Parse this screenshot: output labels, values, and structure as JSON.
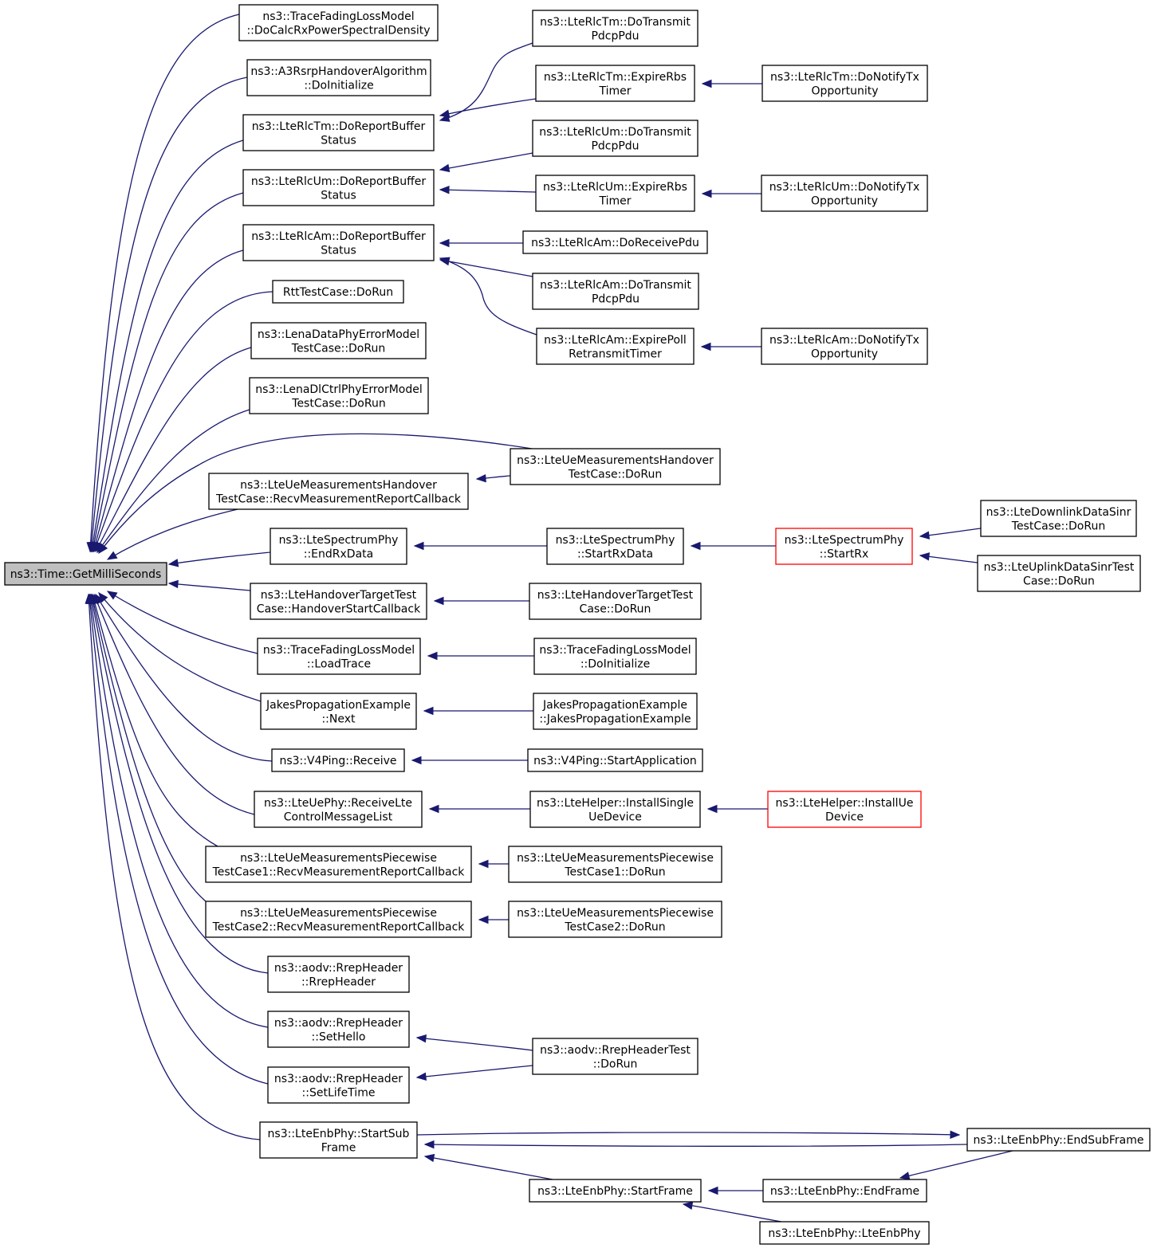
{
  "colors": {
    "edge": "#191970",
    "root_fill": "#bfbfbf",
    "highlight_border": "#ff0000",
    "border": "#000000"
  },
  "graph": {
    "nodes": {
      "getmilli": {
        "lines": [
          "ns3::Time::GetMilliSeconds"
        ],
        "style": "root"
      },
      "tfl_calc": {
        "lines": [
          "ns3::TraceFadingLossModel",
          "::DoCalcRxPowerSpectralDensity"
        ]
      },
      "a3_init": {
        "lines": [
          "ns3::A3RsrpHandoverAlgorithm",
          "::DoInitialize"
        ]
      },
      "tm_rbs": {
        "lines": [
          "ns3::LteRlcTm::DoReportBuffer",
          "Status"
        ]
      },
      "um_rbs": {
        "lines": [
          "ns3::LteRlcUm::DoReportBuffer",
          "Status"
        ]
      },
      "am_rbs": {
        "lines": [
          "ns3::LteRlcAm::DoReportBuffer",
          "Status"
        ]
      },
      "rtt": {
        "lines": [
          "RttTestCase::DoRun"
        ]
      },
      "lena_data": {
        "lines": [
          "ns3::LenaDataPhyErrorModel",
          "TestCase::DoRun"
        ]
      },
      "lena_dl": {
        "lines": [
          "ns3::LenaDlCtrlPhyErrorModel",
          "TestCase::DoRun"
        ]
      },
      "ho_recv": {
        "lines": [
          "ns3::LteUeMeasurementsHandover",
          "TestCase::RecvMeasurementReportCallback"
        ]
      },
      "sp_endrx": {
        "lines": [
          "ns3::LteSpectrumPhy",
          "::EndRxData"
        ]
      },
      "ht_cb": {
        "lines": [
          "ns3::LteHandoverTargetTest",
          "Case::HandoverStartCallback"
        ]
      },
      "tfl_load": {
        "lines": [
          "ns3::TraceFadingLossModel",
          "::LoadTrace"
        ]
      },
      "jakes_next": {
        "lines": [
          "JakesPropagationExample",
          "::Next"
        ]
      },
      "v4_recv": {
        "lines": [
          "ns3::V4Ping::Receive"
        ]
      },
      "uephy_recv": {
        "lines": [
          "ns3::LteUePhy::ReceiveLte",
          "ControlMessageList"
        ]
      },
      "pw1_recv": {
        "lines": [
          "ns3::LteUeMeasurementsPiecewise",
          "TestCase1::RecvMeasurementReportCallback"
        ]
      },
      "pw2_recv": {
        "lines": [
          "ns3::LteUeMeasurementsPiecewise",
          "TestCase2::RecvMeasurementReportCallback"
        ]
      },
      "rrep_ctor": {
        "lines": [
          "ns3::aodv::RrepHeader",
          "::RrepHeader"
        ]
      },
      "rrep_hello": {
        "lines": [
          "ns3::aodv::RrepHeader",
          "::SetHello"
        ]
      },
      "rrep_life": {
        "lines": [
          "ns3::aodv::RrepHeader",
          "::SetLifeTime"
        ]
      },
      "enb_ssf": {
        "lines": [
          "ns3::LteEnbPhy::StartSub",
          "Frame"
        ]
      },
      "tm_tx": {
        "lines": [
          "ns3::LteRlcTm::DoTransmit",
          "PdcpPdu"
        ]
      },
      "tm_exp": {
        "lines": [
          "ns3::LteRlcTm::ExpireRbs",
          "Timer"
        ]
      },
      "um_tx": {
        "lines": [
          "ns3::LteRlcUm::DoTransmit",
          "PdcpPdu"
        ]
      },
      "um_exp": {
        "lines": [
          "ns3::LteRlcUm::ExpireRbs",
          "Timer"
        ]
      },
      "am_recv": {
        "lines": [
          "ns3::LteRlcAm::DoReceivePdu"
        ]
      },
      "am_tx": {
        "lines": [
          "ns3::LteRlcAm::DoTransmit",
          "PdcpPdu"
        ]
      },
      "am_exp": {
        "lines": [
          "ns3::LteRlcAm::ExpirePoll",
          "RetransmitTimer"
        ]
      },
      "ho_run": {
        "lines": [
          "ns3::LteUeMeasurementsHandover",
          "TestCase::DoRun"
        ]
      },
      "sp_startrx": {
        "lines": [
          "ns3::LteSpectrumPhy",
          "::StartRxData"
        ]
      },
      "ht_run": {
        "lines": [
          "ns3::LteHandoverTargetTest",
          "Case::DoRun"
        ]
      },
      "tfl_init": {
        "lines": [
          "ns3::TraceFadingLossModel",
          "::DoInitialize"
        ]
      },
      "jakes_ctor": {
        "lines": [
          "JakesPropagationExample",
          "::JakesPropagationExample"
        ]
      },
      "v4_start": {
        "lines": [
          "ns3::V4Ping::StartApplication"
        ]
      },
      "helper_single": {
        "lines": [
          "ns3::LteHelper::InstallSingle",
          "UeDevice"
        ]
      },
      "pw1_run": {
        "lines": [
          "ns3::LteUeMeasurementsPiecewise",
          "TestCase1::DoRun"
        ]
      },
      "pw2_run": {
        "lines": [
          "ns3::LteUeMeasurementsPiecewise",
          "TestCase2::DoRun"
        ]
      },
      "rrep_test": {
        "lines": [
          "ns3::aodv::RrepHeaderTest",
          "::DoRun"
        ]
      },
      "enb_sf": {
        "lines": [
          "ns3::LteEnbPhy::StartFrame"
        ]
      },
      "tm_notify": {
        "lines": [
          "ns3::LteRlcTm::DoNotifyTx",
          "Opportunity"
        ]
      },
      "um_notify": {
        "lines": [
          "ns3::LteRlcUm::DoNotifyTx",
          "Opportunity"
        ]
      },
      "am_notify": {
        "lines": [
          "ns3::LteRlcAm::DoNotifyTx",
          "Opportunity"
        ]
      },
      "sp_startrx2": {
        "lines": [
          "ns3::LteSpectrumPhy",
          "::StartRx"
        ],
        "style": "red"
      },
      "helper_ue": {
        "lines": [
          "ns3::LteHelper::InstallUe",
          "Device"
        ],
        "style": "red"
      },
      "enb_ef": {
        "lines": [
          "ns3::LteEnbPhy::EndFrame"
        ]
      },
      "enb_ctor": {
        "lines": [
          "ns3::LteEnbPhy::LteEnbPhy"
        ]
      },
      "dl_sinr": {
        "lines": [
          "ns3::LteDownlinkDataSinr",
          "TestCase::DoRun"
        ]
      },
      "ul_sinr": {
        "lines": [
          "ns3::LteUplinkDataSinrTest",
          "Case::DoRun"
        ]
      },
      "enb_esf": {
        "lines": [
          "ns3::LteEnbPhy::EndSubFrame"
        ]
      }
    },
    "edges": [
      [
        "tfl_calc",
        "getmilli"
      ],
      [
        "a3_init",
        "getmilli"
      ],
      [
        "tm_rbs",
        "getmilli"
      ],
      [
        "um_rbs",
        "getmilli"
      ],
      [
        "am_rbs",
        "getmilli"
      ],
      [
        "rtt",
        "getmilli"
      ],
      [
        "lena_data",
        "getmilli"
      ],
      [
        "lena_dl",
        "getmilli"
      ],
      [
        "ho_run",
        "getmilli"
      ],
      [
        "ho_recv",
        "getmilli"
      ],
      [
        "sp_endrx",
        "getmilli"
      ],
      [
        "ht_cb",
        "getmilli"
      ],
      [
        "tfl_load",
        "getmilli"
      ],
      [
        "jakes_next",
        "getmilli"
      ],
      [
        "v4_recv",
        "getmilli"
      ],
      [
        "uephy_recv",
        "getmilli"
      ],
      [
        "pw1_recv",
        "getmilli"
      ],
      [
        "pw2_recv",
        "getmilli"
      ],
      [
        "rrep_ctor",
        "getmilli"
      ],
      [
        "rrep_hello",
        "getmilli"
      ],
      [
        "rrep_life",
        "getmilli"
      ],
      [
        "enb_ssf",
        "getmilli"
      ],
      [
        "tm_tx",
        "tm_rbs"
      ],
      [
        "tm_exp",
        "tm_rbs"
      ],
      [
        "um_tx",
        "um_rbs"
      ],
      [
        "um_exp",
        "um_rbs"
      ],
      [
        "am_recv",
        "am_rbs"
      ],
      [
        "am_tx",
        "am_rbs"
      ],
      [
        "am_exp",
        "am_rbs"
      ],
      [
        "ho_run",
        "ho_recv"
      ],
      [
        "sp_startrx",
        "sp_endrx"
      ],
      [
        "ht_run",
        "ht_cb"
      ],
      [
        "tfl_init",
        "tfl_load"
      ],
      [
        "jakes_ctor",
        "jakes_next"
      ],
      [
        "v4_start",
        "v4_recv"
      ],
      [
        "helper_single",
        "uephy_recv"
      ],
      [
        "pw1_run",
        "pw1_recv"
      ],
      [
        "pw2_run",
        "pw2_recv"
      ],
      [
        "rrep_test",
        "rrep_hello"
      ],
      [
        "rrep_test",
        "rrep_life"
      ],
      [
        "enb_esf",
        "enb_ssf"
      ],
      [
        "enb_ssf",
        "enb_esf"
      ],
      [
        "enb_sf",
        "enb_ssf"
      ],
      [
        "tm_notify",
        "tm_exp"
      ],
      [
        "um_notify",
        "um_exp"
      ],
      [
        "am_notify",
        "am_exp"
      ],
      [
        "sp_startrx2",
        "sp_startrx"
      ],
      [
        "helper_ue",
        "helper_single"
      ],
      [
        "enb_ef",
        "enb_sf"
      ],
      [
        "enb_ctor",
        "enb_sf"
      ],
      [
        "dl_sinr",
        "sp_startrx2"
      ],
      [
        "ul_sinr",
        "sp_startrx2"
      ],
      [
        "enb_esf",
        "enb_ef"
      ]
    ]
  }
}
